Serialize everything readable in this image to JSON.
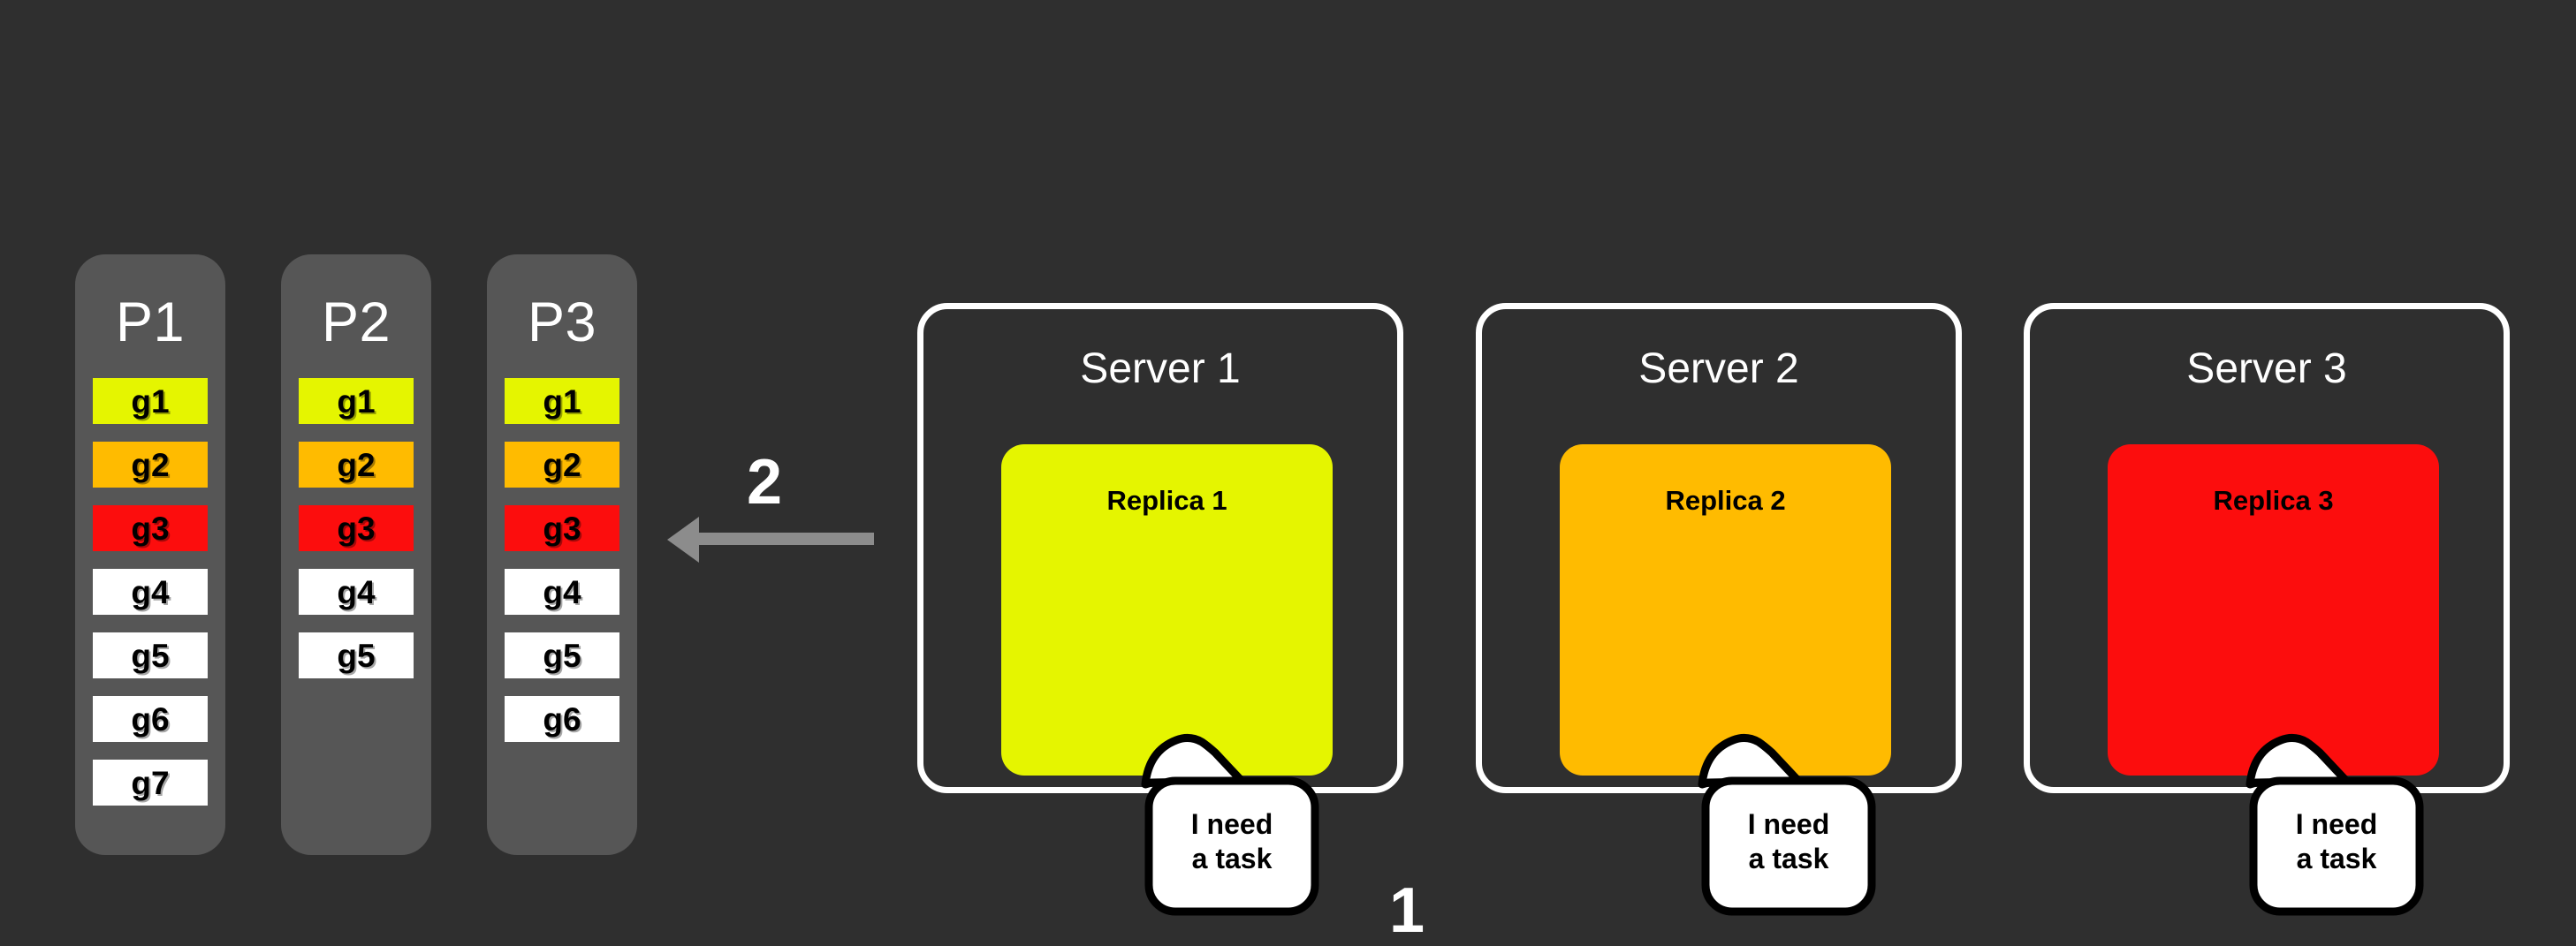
{
  "diagram": {
    "background_color": "#2f2f2f",
    "step_labels": [
      {
        "text": "1",
        "name": "step-1-label"
      },
      {
        "text": "2",
        "name": "step-2-label"
      }
    ]
  },
  "colors": {
    "yellow": "#e5f500",
    "orange": "#ffbb00",
    "red": "#fc0d0d",
    "white": "#ffffff",
    "queue_background": "#565656",
    "arrow": "#8c8c8c",
    "card_border": "#ffffff"
  },
  "queues": [
    {
      "title": "P1",
      "items": [
        {
          "label": "g1",
          "color": "#e5f500"
        },
        {
          "label": "g2",
          "color": "#ffbb00"
        },
        {
          "label": "g3",
          "color": "#fc0d0d"
        },
        {
          "label": "g4",
          "color": "#ffffff"
        },
        {
          "label": "g5",
          "color": "#ffffff"
        },
        {
          "label": "g6",
          "color": "#ffffff"
        },
        {
          "label": "g7",
          "color": "#ffffff"
        }
      ]
    },
    {
      "title": "P2",
      "items": [
        {
          "label": "g1",
          "color": "#e5f500"
        },
        {
          "label": "g2",
          "color": "#ffbb00"
        },
        {
          "label": "g3",
          "color": "#fc0d0d"
        },
        {
          "label": "g4",
          "color": "#ffffff"
        },
        {
          "label": "g5",
          "color": "#ffffff"
        }
      ]
    },
    {
      "title": "P3",
      "items": [
        {
          "label": "g1",
          "color": "#e5f500"
        },
        {
          "label": "g2",
          "color": "#ffbb00"
        },
        {
          "label": "g3",
          "color": "#fc0d0d"
        },
        {
          "label": "g4",
          "color": "#ffffff"
        },
        {
          "label": "g5",
          "color": "#ffffff"
        },
        {
          "label": "g6",
          "color": "#ffffff"
        }
      ]
    }
  ],
  "arrow": {
    "direction": "left",
    "step_label": "2"
  },
  "servers": [
    {
      "title": "Server 1",
      "replica_label": "Replica 1",
      "replica_color": "#e5f500",
      "bubble_text": "I need\na task"
    },
    {
      "title": "Server 2",
      "replica_label": "Replica 2",
      "replica_color": "#ffbb00",
      "bubble_text": "I need\na task"
    },
    {
      "title": "Server 3",
      "replica_label": "Replica 3",
      "replica_color": "#fc0d0d",
      "bubble_text": "I need\na task"
    }
  ],
  "bottom_step_label": "1"
}
